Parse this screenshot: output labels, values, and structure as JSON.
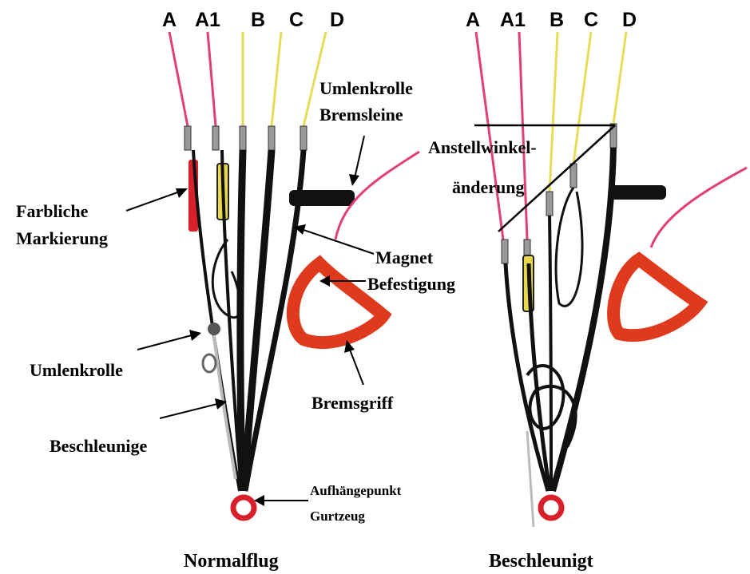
{
  "riser_labels": {
    "left": [
      "A",
      "A1",
      "B",
      "C",
      "D"
    ],
    "right": [
      "A",
      "A1",
      "B",
      "C",
      "D"
    ]
  },
  "labels": {
    "farbliche_1": "Farbliche",
    "farbliche_2": "Markierung",
    "umlenkrolle_brems_1": "Umlenkrolle",
    "umlenkrolle_brems_2": "Bremsleine",
    "magnet_1": "Magnet",
    "magnet_2": "Befestigung",
    "umlenkrolle": "Umlenkrolle",
    "beschleunige": "Beschleunige",
    "bremsgriff": "Bremsgriff",
    "aufhaenge_1": "Aufhängepunkt",
    "aufhaenge_2": "Gurtzeug",
    "anstell_1": "Anstellwinkel-",
    "anstell_2": "änderung"
  },
  "captions": {
    "left": "Normalflug",
    "right": "Beschleunigt"
  },
  "colors": {
    "line_pink": "#e0407a",
    "line_yellow": "#e6dc5a",
    "riser_black": "#111111",
    "brake_red": "#e03a1e",
    "marker_red": "#d8202a",
    "marker_yellow": "#e8d84a"
  }
}
